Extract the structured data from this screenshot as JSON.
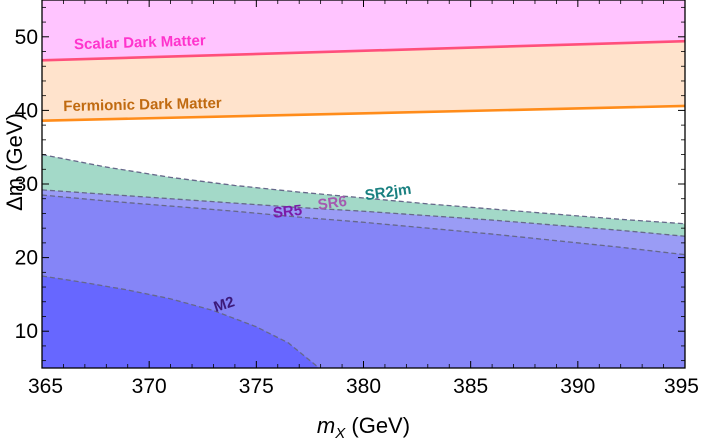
{
  "chart_data": {
    "type": "area",
    "title": "",
    "xlabel": "m",
    "xlabel_sub": "X",
    "xlabel_unit": " (GeV)",
    "ylabel": "Δm (GeV)",
    "xlim": [
      365,
      395
    ],
    "ylim": [
      5,
      55
    ],
    "xticks": [
      365,
      370,
      375,
      380,
      385,
      390,
      395
    ],
    "yticks": [
      10,
      20,
      30,
      40,
      50
    ],
    "grid": false,
    "legend": "none",
    "bands": [
      {
        "name": "Scalar Dark Matter",
        "label_x": 366.5,
        "label_y": 48.3,
        "label_rotate": -1.8,
        "color": "#ff33cc",
        "line_color": "#ff4f7b",
        "fill_color": "#ffc4ff",
        "upper": [
          [
            365,
            55
          ],
          [
            395,
            55
          ]
        ],
        "lower": [
          [
            365,
            46.8
          ],
          [
            395,
            49.4
          ]
        ]
      },
      {
        "name": "Fermionic Dark Matter",
        "label_x": 366.0,
        "label_y": 39.9,
        "label_rotate": -1.2,
        "color": "#c06a10",
        "line_color": "#ff8c1a",
        "fill_color": "#ffe3cc",
        "upper": [
          [
            365,
            46.8
          ],
          [
            395,
            49.4
          ]
        ],
        "lower": [
          [
            365,
            38.6
          ],
          [
            395,
            40.6
          ]
        ]
      }
    ],
    "exclusions": [
      {
        "name": "SR2jm",
        "label_x": 380.1,
        "label_y": 27.8,
        "label_rotate": -8,
        "color": "#1a8080",
        "fill_color": "#a3d9c8",
        "boundary": [
          [
            365,
            34.0
          ],
          [
            368,
            32.3
          ],
          [
            371,
            30.9
          ],
          [
            374,
            29.8
          ],
          [
            377,
            28.9
          ],
          [
            380,
            28.1
          ],
          [
            383,
            27.3
          ],
          [
            386,
            26.6
          ],
          [
            389,
            25.9
          ],
          [
            392,
            25.2
          ],
          [
            395,
            24.6
          ]
        ]
      },
      {
        "name": "SR6",
        "label_x": 377.9,
        "label_y": 26.5,
        "label_rotate": -8,
        "color": "#a45bb0",
        "fill_color": "#9a9cf5",
        "boundary": [
          [
            365,
            29.2
          ],
          [
            368,
            28.6
          ],
          [
            371,
            28.0
          ],
          [
            374,
            27.4
          ],
          [
            377,
            26.8
          ],
          [
            380,
            26.3
          ],
          [
            383,
            25.7
          ],
          [
            386,
            25.1
          ],
          [
            389,
            24.4
          ],
          [
            392,
            23.7
          ],
          [
            395,
            22.9
          ]
        ]
      },
      {
        "name": "SR5",
        "label_x": 375.8,
        "label_y": 25.4,
        "label_rotate": -6,
        "color": "#7a1aa8",
        "fill_color": "#8585f7",
        "boundary": [
          [
            365,
            28.5
          ],
          [
            368,
            27.7
          ],
          [
            371,
            27.0
          ],
          [
            374,
            26.3
          ],
          [
            377,
            25.5
          ],
          [
            380,
            24.8
          ],
          [
            383,
            24.0
          ],
          [
            386,
            23.2
          ],
          [
            389,
            22.3
          ],
          [
            392,
            21.4
          ],
          [
            395,
            20.4
          ]
        ]
      },
      {
        "name": "M2",
        "label_x": 373.1,
        "label_y": 12.6,
        "label_rotate": -18,
        "color": "#3c1a7a",
        "fill_color": "#6767ff",
        "boundary": [
          [
            365,
            17.5
          ],
          [
            367,
            16.6
          ],
          [
            369,
            15.6
          ],
          [
            371,
            14.4
          ],
          [
            373,
            12.8
          ],
          [
            375,
            10.6
          ],
          [
            376.5,
            8.4
          ],
          [
            377.8,
            5.3
          ],
          [
            377.9,
            5.0
          ]
        ]
      }
    ]
  }
}
